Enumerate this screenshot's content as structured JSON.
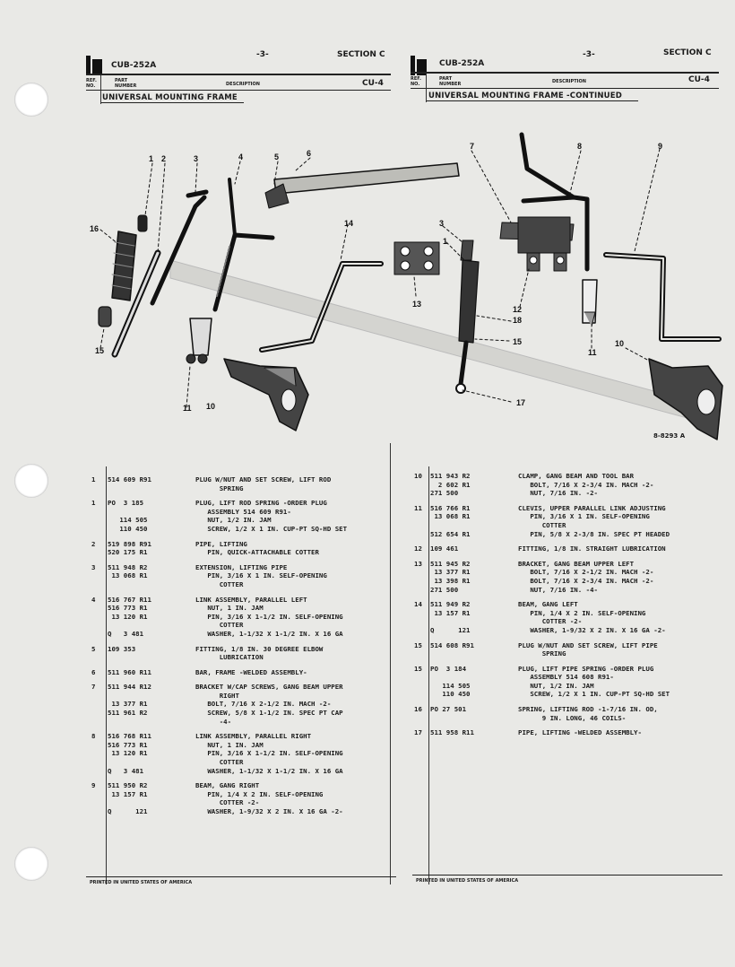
{
  "header": {
    "left": {
      "code": "CUB-252A",
      "page": "-3-",
      "section": "SECTION  C",
      "cu": "CU-4",
      "title": "UNIVERSAL MOUNTING FRAME"
    },
    "right": {
      "code": "CUB-252A",
      "page": "-3-",
      "section": "SECTION  C",
      "cu": "CU-4",
      "title": "UNIVERSAL MOUNTING FRAME  -CONTINUED"
    },
    "col_ref": "REF. NO.",
    "col_part": "PART NUMBER",
    "col_desc": "DESCRIPTION"
  },
  "figure": {
    "id": "8-8293 A",
    "callouts": [
      "1",
      "2",
      "3",
      "4",
      "5",
      "6",
      "7",
      "8",
      "9",
      "14",
      "16",
      "15",
      "13",
      "3",
      "1",
      "12",
      "18",
      "15",
      "17",
      "11",
      "10",
      "11",
      "10"
    ]
  },
  "left_items": [
    {
      "ref": "1",
      "lines": [
        {
          "part": "514 609 R91",
          "desc": "PLUG W/NUT AND SET SCREW, LIFT ROD"
        },
        {
          "part": "",
          "desc": "      SPRING"
        }
      ]
    },
    {
      "ref": "1",
      "lines": [
        {
          "part": "PO  3 185",
          "desc": "PLUG, LIFT ROD SPRING -ORDER PLUG"
        },
        {
          "part": "",
          "desc": "   ASSEMBLY 514 609 R91-"
        },
        {
          "part": "   114 505",
          "desc": "   NUT, 1/2 IN. JAM"
        },
        {
          "part": "   110 450",
          "desc": "   SCREW, 1/2 X 1 IN. CUP-PT SQ-HD SET"
        }
      ]
    },
    {
      "ref": "2",
      "lines": [
        {
          "part": "519 898 R91",
          "desc": "PIPE, LIFTING"
        },
        {
          "part": "520 175 R1",
          "desc": "   PIN, QUICK-ATTACHABLE COTTER"
        }
      ]
    },
    {
      "ref": "3",
      "lines": [
        {
          "part": "511 948 R2",
          "desc": "EXTENSION, LIFTING PIPE"
        },
        {
          "part": " 13 068 R1",
          "desc": "   PIN, 3/16 X 1 IN. SELF-OPENING"
        },
        {
          "part": "",
          "desc": "      COTTER"
        }
      ]
    },
    {
      "ref": "4",
      "lines": [
        {
          "part": "516 767 R11",
          "desc": "LINK ASSEMBLY, PARALLEL LEFT"
        },
        {
          "part": "516 773 R1",
          "desc": "   NUT, 1 IN. JAM"
        },
        {
          "part": " 13 120 R1",
          "desc": "   PIN, 3/16 X 1-1/2 IN. SELF-OPENING"
        },
        {
          "part": "",
          "desc": "      COTTER"
        },
        {
          "part": "Q   3 481",
          "desc": "   WASHER, 1-1/32 X 1-1/2 IN. X 16 GA"
        }
      ]
    },
    {
      "ref": "5",
      "lines": [
        {
          "part": "109 353",
          "desc": "FITTING, 1/8 IN. 30 DEGREE ELBOW"
        },
        {
          "part": "",
          "desc": "      LUBRICATION"
        }
      ]
    },
    {
      "ref": "6",
      "lines": [
        {
          "part": "511 960 R11",
          "desc": "BAR, FRAME -WELDED ASSEMBLY-"
        }
      ]
    },
    {
      "ref": "7",
      "lines": [
        {
          "part": "511 944 R12",
          "desc": "BRACKET W/CAP SCREWS, GANG BEAM UPPER"
        },
        {
          "part": "",
          "desc": "      RIGHT"
        },
        {
          "part": " 13 377 R1",
          "desc": "   BOLT, 7/16 X 2-1/2 IN. MACH -2-"
        },
        {
          "part": "511 961 R2",
          "desc": "   SCREW, 5/8 X 1-1/2 IN. SPEC PT CAP"
        },
        {
          "part": "",
          "desc": "      -4-"
        }
      ]
    },
    {
      "ref": "8",
      "lines": [
        {
          "part": "516 768 R11",
          "desc": "LINK ASSEMBLY, PARALLEL RIGHT"
        },
        {
          "part": "516 773 R1",
          "desc": "   NUT, 1 IN. JAM"
        },
        {
          "part": " 13 120 R1",
          "desc": "   PIN, 3/16 X 1-1/2 IN. SELF-OPENING"
        },
        {
          "part": "",
          "desc": "      COTTER"
        },
        {
          "part": "Q   3 481",
          "desc": "   WASHER, 1-1/32 X 1-1/2 IN. X 16 GA"
        }
      ]
    },
    {
      "ref": "9",
      "lines": [
        {
          "part": "511 950 R2",
          "desc": "BEAM, GANG RIGHT"
        },
        {
          "part": " 13 157 R1",
          "desc": "   PIN, 1/4 X 2 IN. SELF-OPENING"
        },
        {
          "part": "",
          "desc": "      COTTER -2-"
        },
        {
          "part": "Q      121",
          "desc": "   WASHER, 1-9/32 X 2 IN. X 16 GA -2-"
        }
      ]
    }
  ],
  "right_items": [
    {
      "ref": "10",
      "lines": [
        {
          "part": "511 943 R2",
          "desc": "CLAMP, GANG BEAM AND TOOL BAR"
        },
        {
          "part": "  2 602 R1",
          "desc": "   BOLT, 7/16 X 2-3/4 IN. MACH -2-"
        },
        {
          "part": "271 500",
          "desc": "   NUT, 7/16 IN. -2-"
        }
      ]
    },
    {
      "ref": "11",
      "lines": [
        {
          "part": "516 766 R1",
          "desc": "CLEVIS, UPPER PARALLEL LINK ADJUSTING"
        },
        {
          "part": " 13 068 R1",
          "desc": "   PIN, 3/16 X 1 IN. SELF-OPENING"
        },
        {
          "part": "",
          "desc": "      COTTER"
        },
        {
          "part": "512 654 R1",
          "desc": "   PIN, 5/8 X 2-3/8 IN. SPEC PT HEADED"
        }
      ]
    },
    {
      "ref": "12",
      "lines": [
        {
          "part": "109 461",
          "desc": "FITTING, 1/8 IN. STRAIGHT LUBRICATION"
        }
      ]
    },
    {
      "ref": "13",
      "lines": [
        {
          "part": "511 945 R2",
          "desc": "BRACKET, GANG BEAM UPPER LEFT"
        },
        {
          "part": " 13 377 R1",
          "desc": "   BOLT, 7/16 X 2-1/2 IN. MACH -2-"
        },
        {
          "part": " 13 398 R1",
          "desc": "   BOLT, 7/16 X 2-3/4 IN. MACH -2-"
        },
        {
          "part": "271 500",
          "desc": "   NUT, 7/16 IN. -4-"
        }
      ]
    },
    {
      "ref": "14",
      "lines": [
        {
          "part": "511 949 R2",
          "desc": "BEAM, GANG LEFT"
        },
        {
          "part": " 13 157 R1",
          "desc": "   PIN, 1/4 X 2 IN. SELF-OPENING"
        },
        {
          "part": "",
          "desc": "      COTTER -2-"
        },
        {
          "part": "Q      121",
          "desc": "   WASHER, 1-9/32 X 2 IN. X 16 GA -2-"
        }
      ]
    },
    {
      "ref": "15",
      "lines": [
        {
          "part": "514 608 R91",
          "desc": "PLUG W/NUT AND SET SCREW, LIFT PIPE"
        },
        {
          "part": "",
          "desc": "      SPRING"
        }
      ]
    },
    {
      "ref": "15",
      "lines": [
        {
          "part": "PO  3 184",
          "desc": "PLUG, LIFT PIPE SPRING -ORDER PLUG"
        },
        {
          "part": "",
          "desc": "   ASSEMBLY 514 608 R91-"
        },
        {
          "part": "   114 505",
          "desc": "   NUT, 1/2 IN. JAM"
        },
        {
          "part": "   110 450",
          "desc": "   SCREW, 1/2 X 1 IN. CUP-PT SQ-HD SET"
        }
      ]
    },
    {
      "ref": "16",
      "lines": [
        {
          "part": "PO 27 501",
          "desc": "SPRING, LIFTING ROD -1-7/16 IN. OD,"
        },
        {
          "part": "",
          "desc": "      9 IN. LONG, 46 COILS-"
        }
      ]
    },
    {
      "ref": "17",
      "lines": [
        {
          "part": "511 958 R11",
          "desc": "PIPE, LIFTING -WELDED ASSEMBLY-"
        }
      ]
    }
  ],
  "footer": {
    "left": "PRINTED IN UNITED STATES OF AMERICA",
    "right": "PRINTED IN UNITED STATES OF AMERICA"
  }
}
